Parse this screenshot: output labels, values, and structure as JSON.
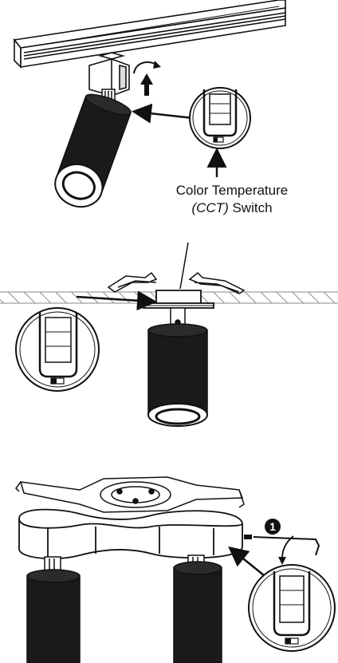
{
  "callout": {
    "line1": "Color Temperature",
    "line2_italic": "(CCT)",
    "line2_rest": " Switch"
  },
  "step_badge": "1",
  "colors": {
    "stroke": "#111111",
    "fill_dark": "#1a1a1a",
    "ceiling_hatch": "#9a9a9a",
    "background": "#ffffff"
  }
}
